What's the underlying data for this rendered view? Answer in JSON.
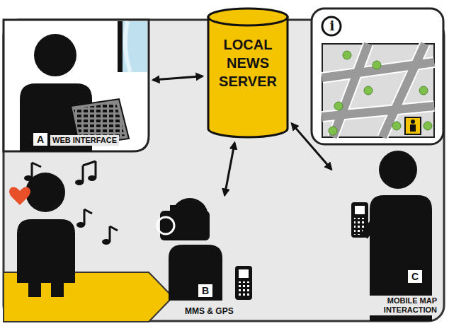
{
  "diagram": {
    "nodes": [
      {
        "text": [
          "LOCAL NEWS SERVER"
        ]
      },
      {
        "text": [
          "A",
          "WEB INTERFACE"
        ]
      },
      {
        "text": [
          "B",
          "MMS & GPS"
        ]
      },
      {
        "text": [
          "C",
          "MOBILE MAP INTERACTION"
        ]
      },
      {
        "text": [
          "i"
        ]
      }
    ],
    "edges": [
      {
        "from": 0,
        "to": 1,
        "arrow": "both"
      },
      {
        "from": 0,
        "to": 2,
        "arrow": "both"
      },
      {
        "from": 0,
        "to": 3,
        "arrow": "both"
      }
    ]
  }
}
